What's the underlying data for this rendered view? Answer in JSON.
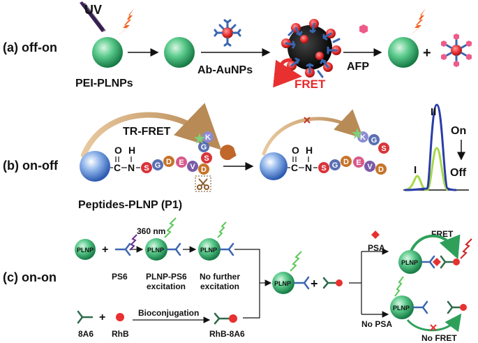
{
  "panel_a": {
    "label": "(a) off-on",
    "uv": "UV",
    "ab_aunps": "Ab-AuNPs",
    "fret": "FRET",
    "afp": "AFP",
    "plus": "+",
    "pei_plnps": "PEI-PLNPs"
  },
  "panel_b": {
    "label": "(b) on-off",
    "tr_fret": "TR-FRET",
    "peptides_plnp": "Peptides-PLNP (P1)",
    "o": "O",
    "h": "H",
    "c": "C",
    "n": "N",
    "residues_left": [
      "S",
      "G",
      "D",
      "E",
      "V",
      "D",
      "S",
      "G",
      "K"
    ],
    "residues_right": [
      "S",
      "G",
      "D",
      "E",
      "V",
      "D",
      "K",
      "G",
      "S"
    ],
    "peak_small": "I",
    "peak_large": "II",
    "on": "On",
    "off": "Off"
  },
  "panel_c": {
    "label": "(c) on-on",
    "plnp": "PLNP",
    "plus": "+",
    "nm360": "360 nm",
    "ps6": "PS6",
    "plnp_ps6": "PLNP-PS6",
    "excitation": "excitation",
    "no_further": "No further",
    "excitation2": "excitation",
    "psa": "PSA",
    "fret": "FRET",
    "no_psa": "No PSA",
    "no_fret": "No FRET",
    "a8a6": "8A6",
    "rhb": "RhB",
    "bioconjugation": "Bioconjugation",
    "rhb_8a6": "RhB-8A6"
  },
  "colors": {
    "green_sphere": "#3cb878",
    "blue_sphere": "#3f6fc8",
    "red_text": "#e8282a",
    "orange_flash": "#f26522",
    "purple_flash": "#6a2c91",
    "antibody": "#3a66b0",
    "gold": "#e84040",
    "dark_green_ab": "#2e6b4b"
  }
}
